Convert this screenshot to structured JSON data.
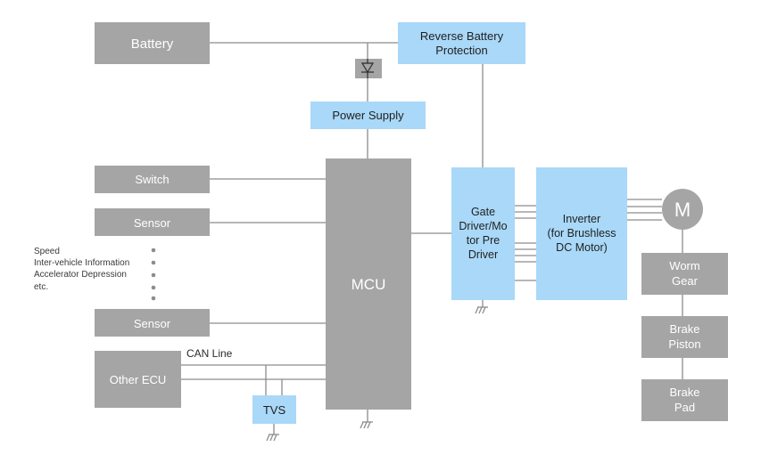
{
  "blocks": {
    "battery": "Battery",
    "reverse_battery_protection": [
      "Reverse Battery",
      "Protection"
    ],
    "power_supply": "Power Supply",
    "switch": "Switch",
    "sensor_top": "Sensor",
    "sensor_bottom": "Sensor",
    "other_ecu": "Other ECU",
    "tvs": "TVS",
    "mcu": "MCU",
    "gate_driver": [
      "Gate",
      "Driver/Mo",
      "tor Pre",
      "Driver"
    ],
    "inverter": [
      "Inverter",
      "(for Brushless",
      "DC Motor)"
    ],
    "motor": "M",
    "worm_gear": [
      "Worm",
      "Gear"
    ],
    "brake_piston": [
      "Brake",
      "Piston"
    ],
    "brake_pad": [
      "Brake",
      "Pad"
    ]
  },
  "labels": {
    "can_line": "CAN Line"
  },
  "sensor_examples": [
    "Speed",
    "Inter-vehicle Information",
    "Accelerator Depression",
    "etc."
  ],
  "colors": {
    "gray_block": "#a5a5a5",
    "blue_block": "#a9d8f8",
    "wire": "#8c8c8c"
  },
  "icons": {
    "diode": "diode-icon",
    "ground": "ground-icon",
    "ellipsis": "vertical-ellipsis-icon"
  }
}
